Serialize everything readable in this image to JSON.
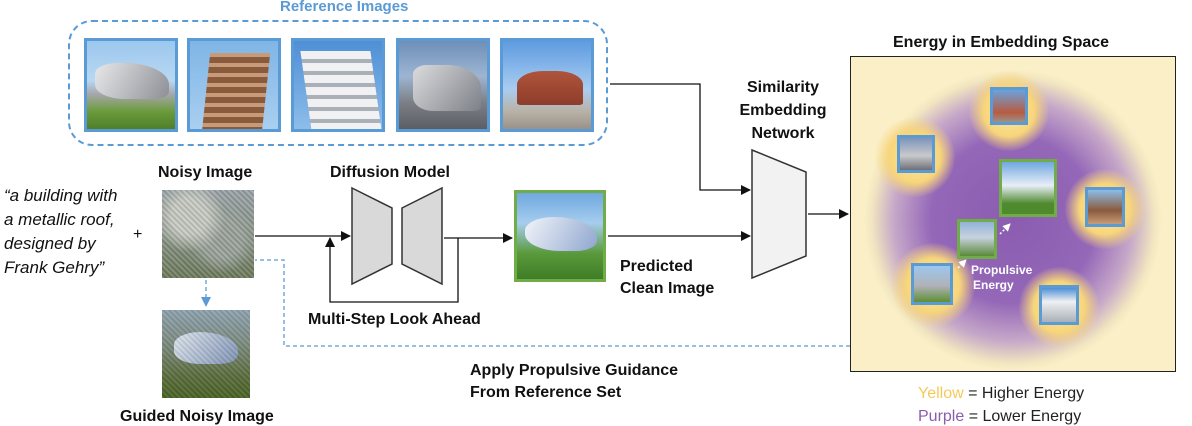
{
  "reference": {
    "title": "Reference Images",
    "images": [
      {
        "name": "building-1"
      },
      {
        "name": "building-2"
      },
      {
        "name": "building-3"
      },
      {
        "name": "building-4"
      },
      {
        "name": "building-5"
      }
    ]
  },
  "prompt": {
    "line1": "“a building with",
    "line2": "a metallic roof,",
    "line3": "designed by",
    "line4": "Frank Gehry”",
    "plus": "+"
  },
  "labels": {
    "noisy": "Noisy Image",
    "guided": "Guided Noisy Image",
    "diffusion": "Diffusion Model",
    "lookahead": "Multi-Step Look Ahead",
    "predicted_line1": "Predicted",
    "predicted_line2": "Clean Image",
    "similarity_line1": "Similarity",
    "similarity_line2": "Embedding",
    "similarity_line3": "Network",
    "guidance_line1": "Apply Propulsive Guidance",
    "guidance_line2": "From Reference Set",
    "energy_title": "Energy in Embedding Space",
    "propulsive_line1": "Propulsive",
    "propulsive_line2": "Energy"
  },
  "legend": {
    "yellow_word": "Yellow",
    "yellow_rest": " = Higher Energy",
    "purple_word": "Purple",
    "purple_rest": " = Lower Energy"
  },
  "colors": {
    "blue": "#5b9bd5",
    "green": "#70ad47",
    "yellow": "#f5c85a",
    "purple": "#8b5cb0"
  }
}
